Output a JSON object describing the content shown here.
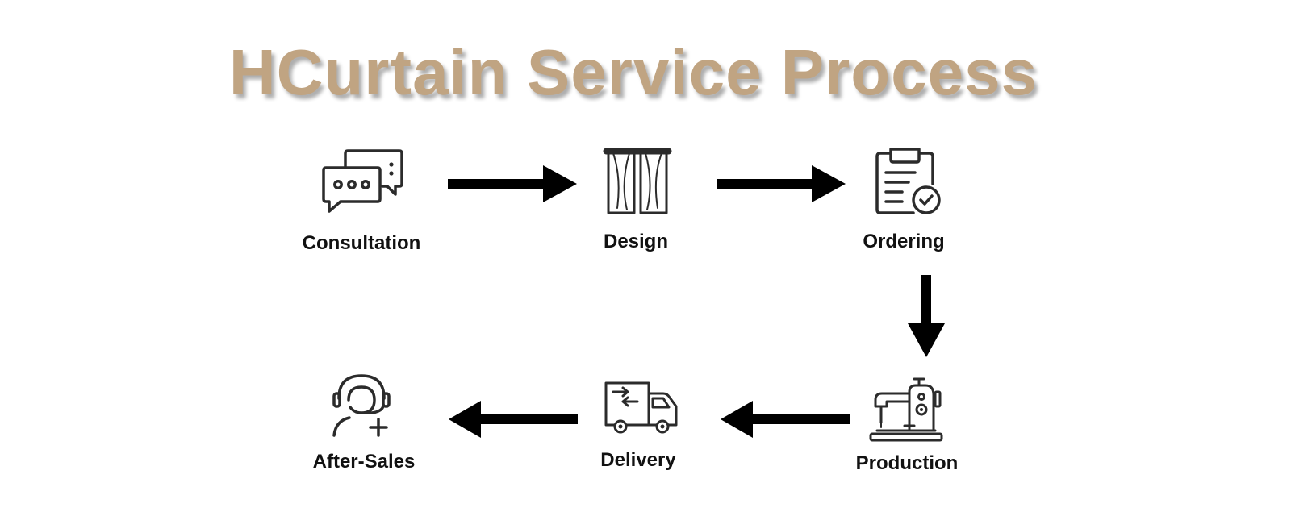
{
  "title": "HCurtain Service Process",
  "colors": {
    "title": "#c0a482",
    "icon": "#2b2b2b",
    "arrow": "#000000"
  },
  "steps": [
    {
      "label": "Consultation",
      "icon": "chat-bubbles-icon"
    },
    {
      "label": "Design",
      "icon": "curtain-icon"
    },
    {
      "label": "Ordering",
      "icon": "clipboard-check-icon"
    },
    {
      "label": "Production",
      "icon": "sewing-machine-icon"
    },
    {
      "label": "Delivery",
      "icon": "delivery-truck-icon"
    },
    {
      "label": "After-Sales",
      "icon": "support-agent-icon"
    }
  ]
}
